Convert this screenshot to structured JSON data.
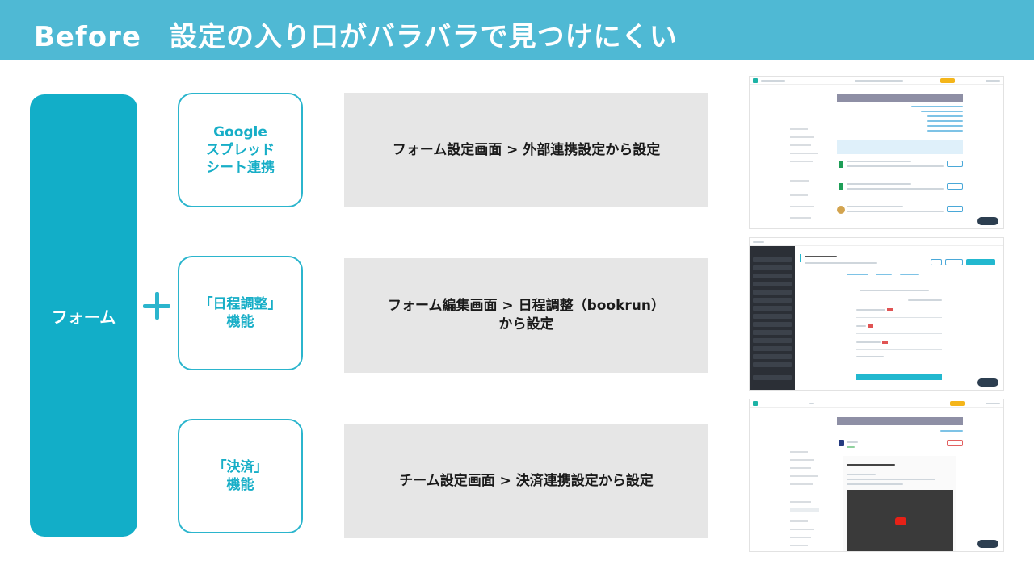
{
  "header": {
    "title": "Before　設定の入り口がバラバラで見つけにくい"
  },
  "form_label": "フォーム",
  "rows": [
    {
      "feature": "Google\nスプレッド\nシート連携",
      "description": "フォーム設定画面 > 外部連携設定から設定"
    },
    {
      "feature": "「日程調整」\n機能",
      "description": "フォーム編集画面 > 日程調整（bookrun）\nから設定"
    },
    {
      "feature": "「決済」\n機能",
      "description": "チーム設定画面 > 決済連携設定から設定"
    }
  ],
  "colors": {
    "header_bg": "#4fb9d4",
    "form_bar": "#12aec8",
    "accent": "#2bb5cd",
    "desc_bg": "#e6e6e6"
  },
  "icons": {
    "plus": "plus-icon"
  }
}
